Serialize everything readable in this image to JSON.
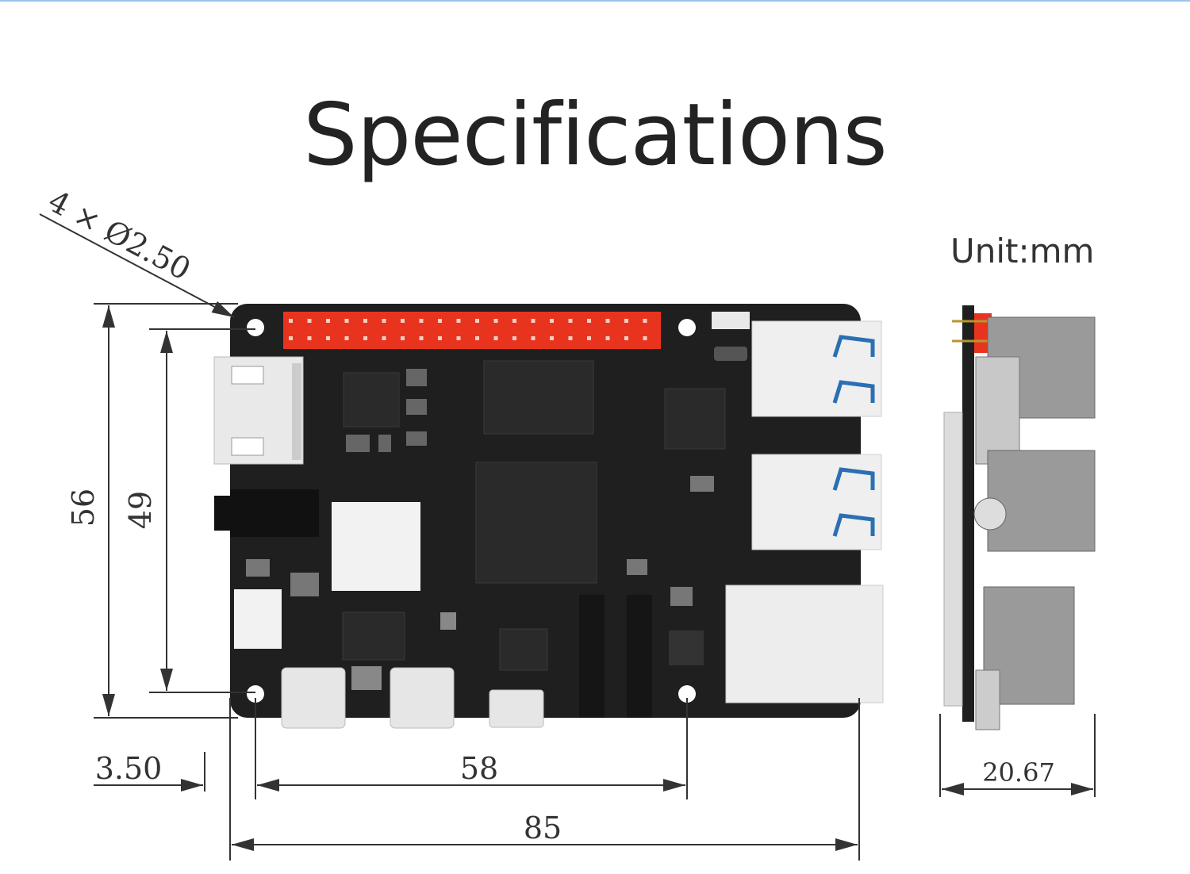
{
  "title": "Specifications",
  "unit_label": "Unit:mm",
  "dimensions": {
    "mounting_holes": "4 × Ø2.50",
    "board_height": "56",
    "hole_spacing_vertical": "49",
    "hole_offset": "3.50",
    "hole_spacing_horizontal": "58",
    "board_width": "85",
    "side_thickness": "20.67"
  },
  "colors": {
    "board": "#1f1f1f",
    "header_pins": "#e8341f",
    "usb_port_accent": "#2b6fb3"
  }
}
